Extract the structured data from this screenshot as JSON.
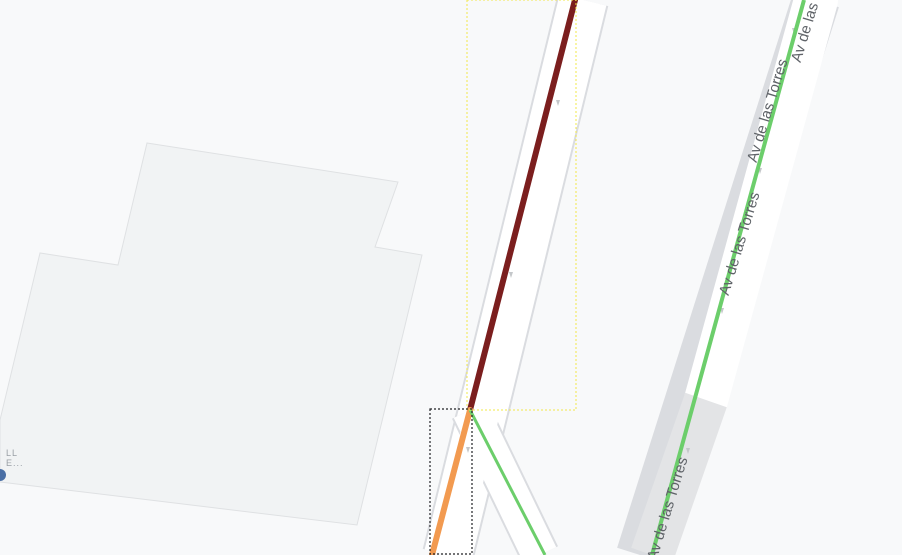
{
  "map": {
    "background_color": "#f8f9fa",
    "building_color": "#f1f3f4",
    "road_color": "#ffffff",
    "road_casing_color": "#dadce0",
    "tunnel_color": "#e3e4e6",
    "route_colors": {
      "dark_red": "#7b1e1e",
      "orange": "#f29a50",
      "green": "#6cce6b"
    },
    "selection_box_colors": {
      "yellow": "#f2e84a",
      "black": "#202124"
    },
    "street_name": "Av de las Torres",
    "poi_label_line1": "LL",
    "poi_label_line2": "E..."
  }
}
